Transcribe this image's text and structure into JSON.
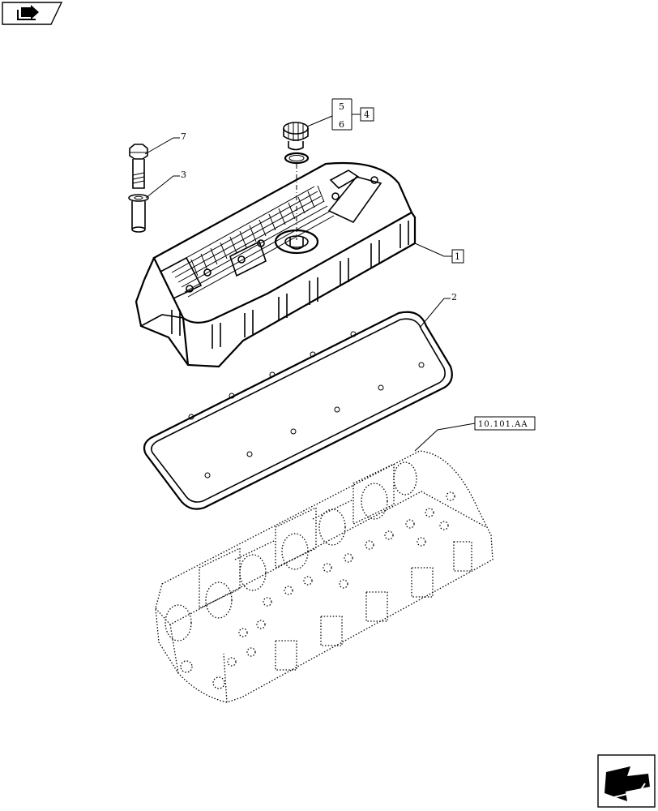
{
  "nav": {
    "back_icon": "arrow-left-box-icon",
    "forward_icon": "arrow-right-box-icon"
  },
  "callouts": {
    "item_7": "7",
    "item_3": "3",
    "item_5": "5",
    "item_6": "6",
    "item_2": "2",
    "ref_4": "4",
    "ref_1": "1",
    "ref_head": "10.101.AA"
  }
}
